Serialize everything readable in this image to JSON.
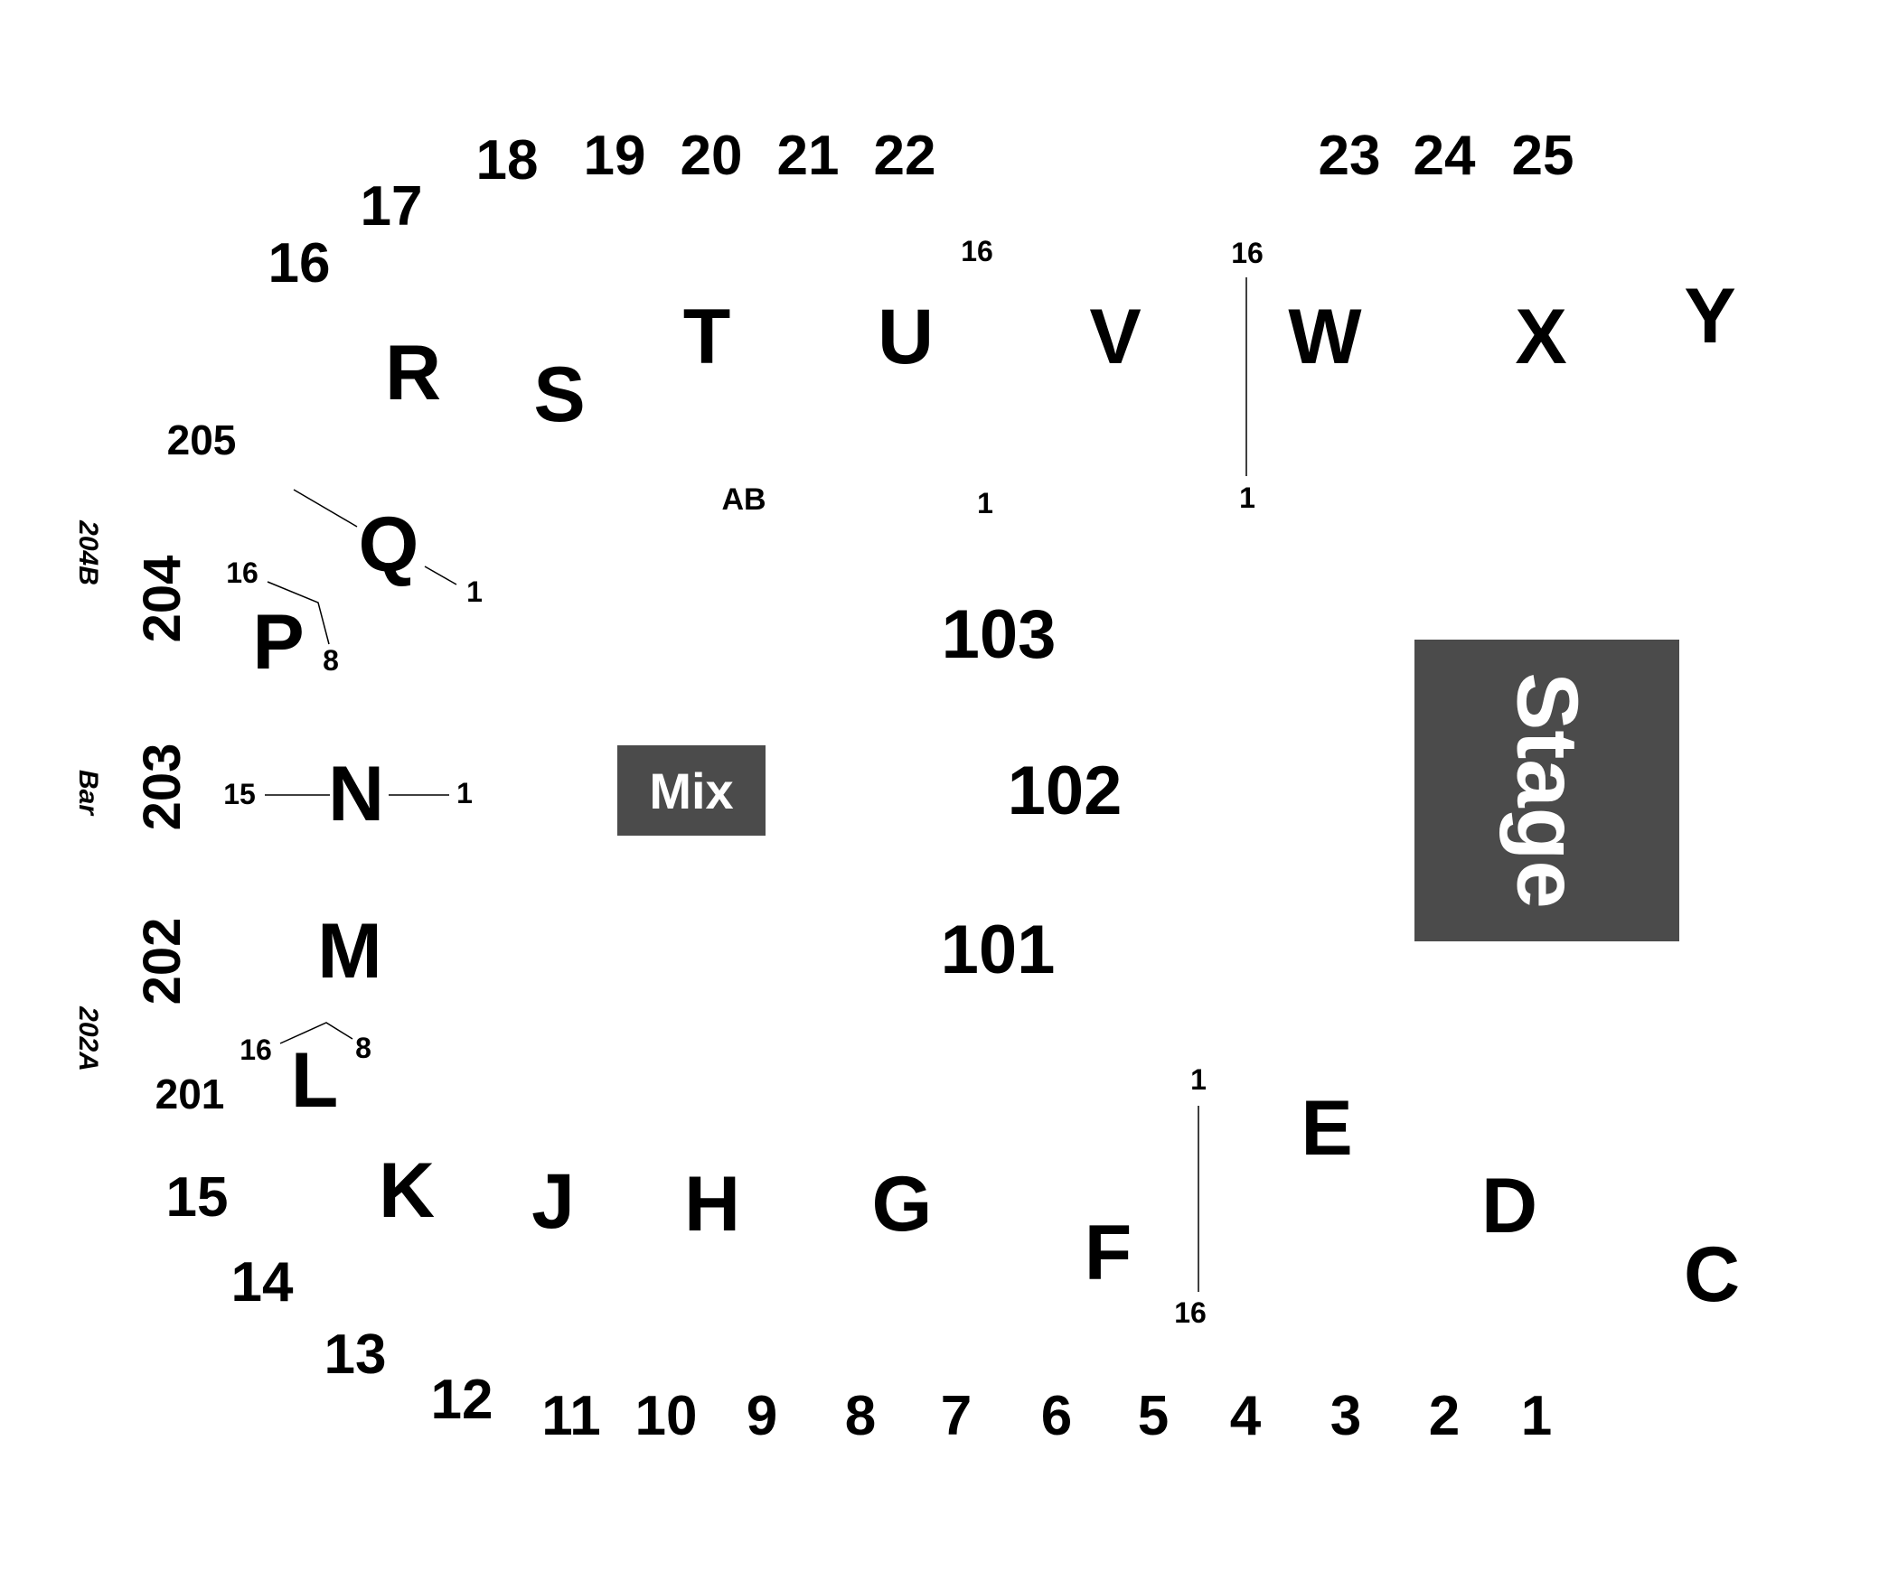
{
  "top_numbers": [
    "16",
    "17",
    "18",
    "19",
    "20",
    "21",
    "22",
    "23",
    "24",
    "25"
  ],
  "bottom_numbers": [
    "1",
    "2",
    "3",
    "4",
    "5",
    "6",
    "7",
    "8",
    "9",
    "10",
    "11",
    "12",
    "13",
    "14",
    "15"
  ],
  "top_rows": [
    "R",
    "S",
    "T",
    "U",
    "V",
    "W",
    "X",
    "Y"
  ],
  "side_rows": [
    "Q",
    "P",
    "N",
    "M",
    "L"
  ],
  "bottom_rows": [
    "K",
    "J",
    "H",
    "G",
    "F",
    "E",
    "D",
    "C"
  ],
  "floor_sections": [
    "103",
    "102",
    "101"
  ],
  "upper_sections": {
    "s205": "205",
    "s204": "204",
    "s204b": "204B",
    "s203": "203",
    "bar": "Bar",
    "s202": "202",
    "s202a": "202A",
    "s201": "201"
  },
  "ab_label": "AB",
  "seat_markers": {
    "u_top": "16",
    "u_bottom": "1",
    "w_top": "16",
    "w_bottom": "1",
    "q_right": "1",
    "p_top": "16",
    "p_right": "8",
    "n_left": "15",
    "n_right": "1",
    "l_left": "16",
    "l_right": "8",
    "f_top": "1",
    "f_bottom": "16"
  },
  "mix": {
    "label": "Mix",
    "color": "#4b4b4b"
  },
  "stage": {
    "label": "Stage",
    "color": "#4b4b4b"
  }
}
